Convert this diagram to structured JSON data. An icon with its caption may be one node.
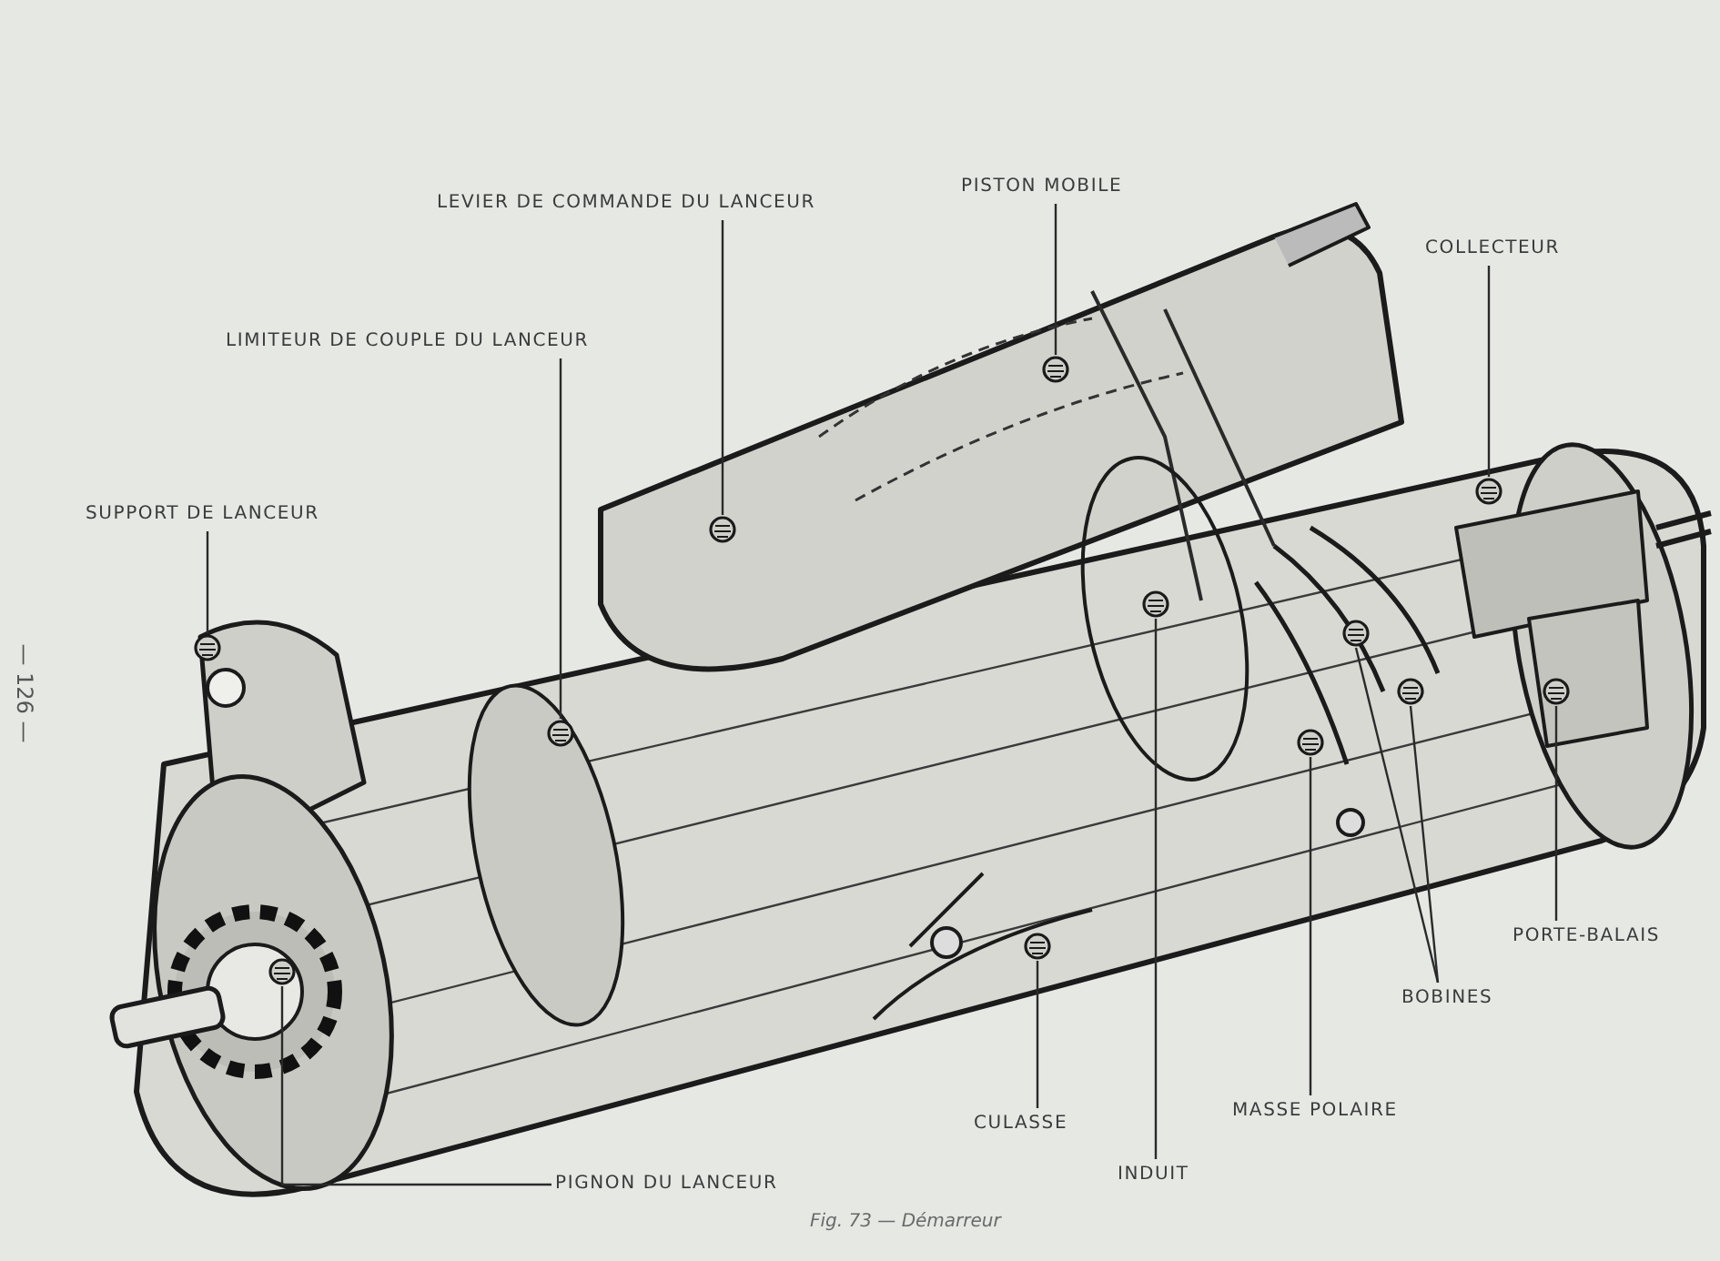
{
  "diagram": {
    "caption": "Fig. 73 — Démarreur",
    "nodes": [
      {
        "text": [
          "LEVIER DE COMMANDE DU LANCEUR"
        ]
      },
      {
        "text": [
          "PISTON MOBILE"
        ]
      },
      {
        "text": [
          "COLLECTEUR"
        ]
      },
      {
        "text": [
          "LIMITEUR DE COUPLE DU LANCEUR"
        ]
      },
      {
        "text": [
          "SUPPORT DE LANCEUR"
        ]
      },
      {
        "text": [
          "PORTE-BALAIS"
        ]
      },
      {
        "text": [
          "BOBINES"
        ]
      },
      {
        "text": [
          "CULASSE"
        ]
      },
      {
        "text": [
          "MASSE POLAIRE"
        ]
      },
      {
        "text": [
          "INDUIT"
        ]
      },
      {
        "text": [
          "PIGNON DU LANCEUR"
        ]
      },
      {
        "text": [],
        "shape": "picture"
      },
      {
        "text": [],
        "shape": "picture"
      },
      {
        "text": [],
        "shape": "picture"
      },
      {
        "text": [],
        "shape": "picture"
      },
      {
        "text": [],
        "shape": "picture"
      },
      {
        "text": [],
        "shape": "picture"
      },
      {
        "text": [],
        "shape": "picture"
      },
      {
        "text": [],
        "shape": "picture"
      },
      {
        "text": [],
        "shape": "picture"
      },
      {
        "text": [],
        "shape": "picture"
      },
      {
        "text": [],
        "shape": "picture"
      },
      {
        "text": [],
        "shape": "picture"
      }
    ],
    "edges": [
      {
        "from": 0,
        "to": 14,
        "arrow": "none"
      },
      {
        "from": 1,
        "to": 16,
        "arrow": "none"
      },
      {
        "from": 2,
        "to": 21,
        "arrow": "none"
      },
      {
        "from": 3,
        "to": 13,
        "arrow": "none"
      },
      {
        "from": 4,
        "to": 11,
        "arrow": "none"
      },
      {
        "from": 5,
        "to": 22,
        "arrow": "none"
      },
      {
        "from": 6,
        "to": 19,
        "arrow": "none"
      },
      {
        "from": 6,
        "to": 20,
        "arrow": "none"
      },
      {
        "from": 7,
        "to": 15,
        "arrow": "none"
      },
      {
        "from": 8,
        "to": 18,
        "arrow": "none"
      },
      {
        "from": 9,
        "to": 17,
        "arrow": "none"
      },
      {
        "from": 10,
        "to": 12,
        "arrow": "none"
      }
    ],
    "labels": [
      "— 126 —"
    ]
  }
}
